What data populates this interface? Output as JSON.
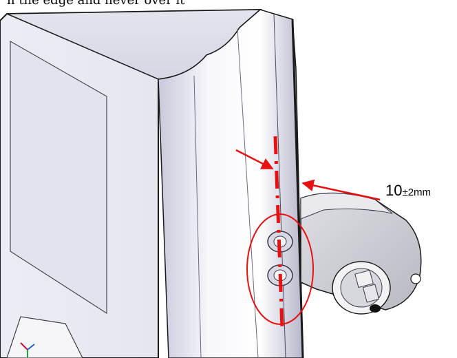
{
  "caption": "n the edge and never over it",
  "dimension": {
    "main": "10",
    "tolerance_unit": "±2mm"
  },
  "colors": {
    "annotation": "#e81010",
    "outline": "#1a1a1a",
    "panel_light": "#f4f4fb",
    "panel_mid": "#dcdcea",
    "panel_dark": "#a9a9c4",
    "bracket": "#cfcfd6"
  },
  "icons": [
    "axis-triad-icon"
  ]
}
